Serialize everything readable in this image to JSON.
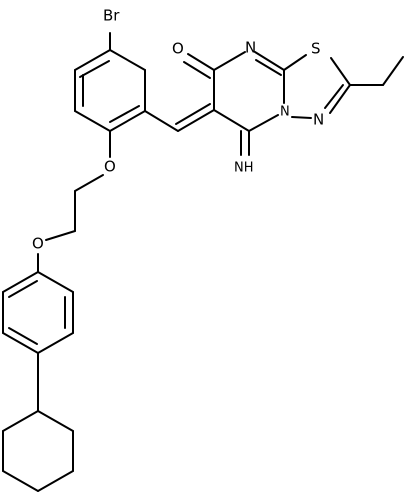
{
  "molecule": {
    "atoms": {
      "br": "Br",
      "o_carbonyl": "O",
      "n_ring_top": "N",
      "s": "S",
      "n_bridge": "N",
      "n_ring_right": "N",
      "o_ether1": "O",
      "o_ether2": "O",
      "iminium": "NH"
    },
    "colors": {
      "bond": "#000000",
      "text": "#000000",
      "background": "#ffffff"
    }
  }
}
